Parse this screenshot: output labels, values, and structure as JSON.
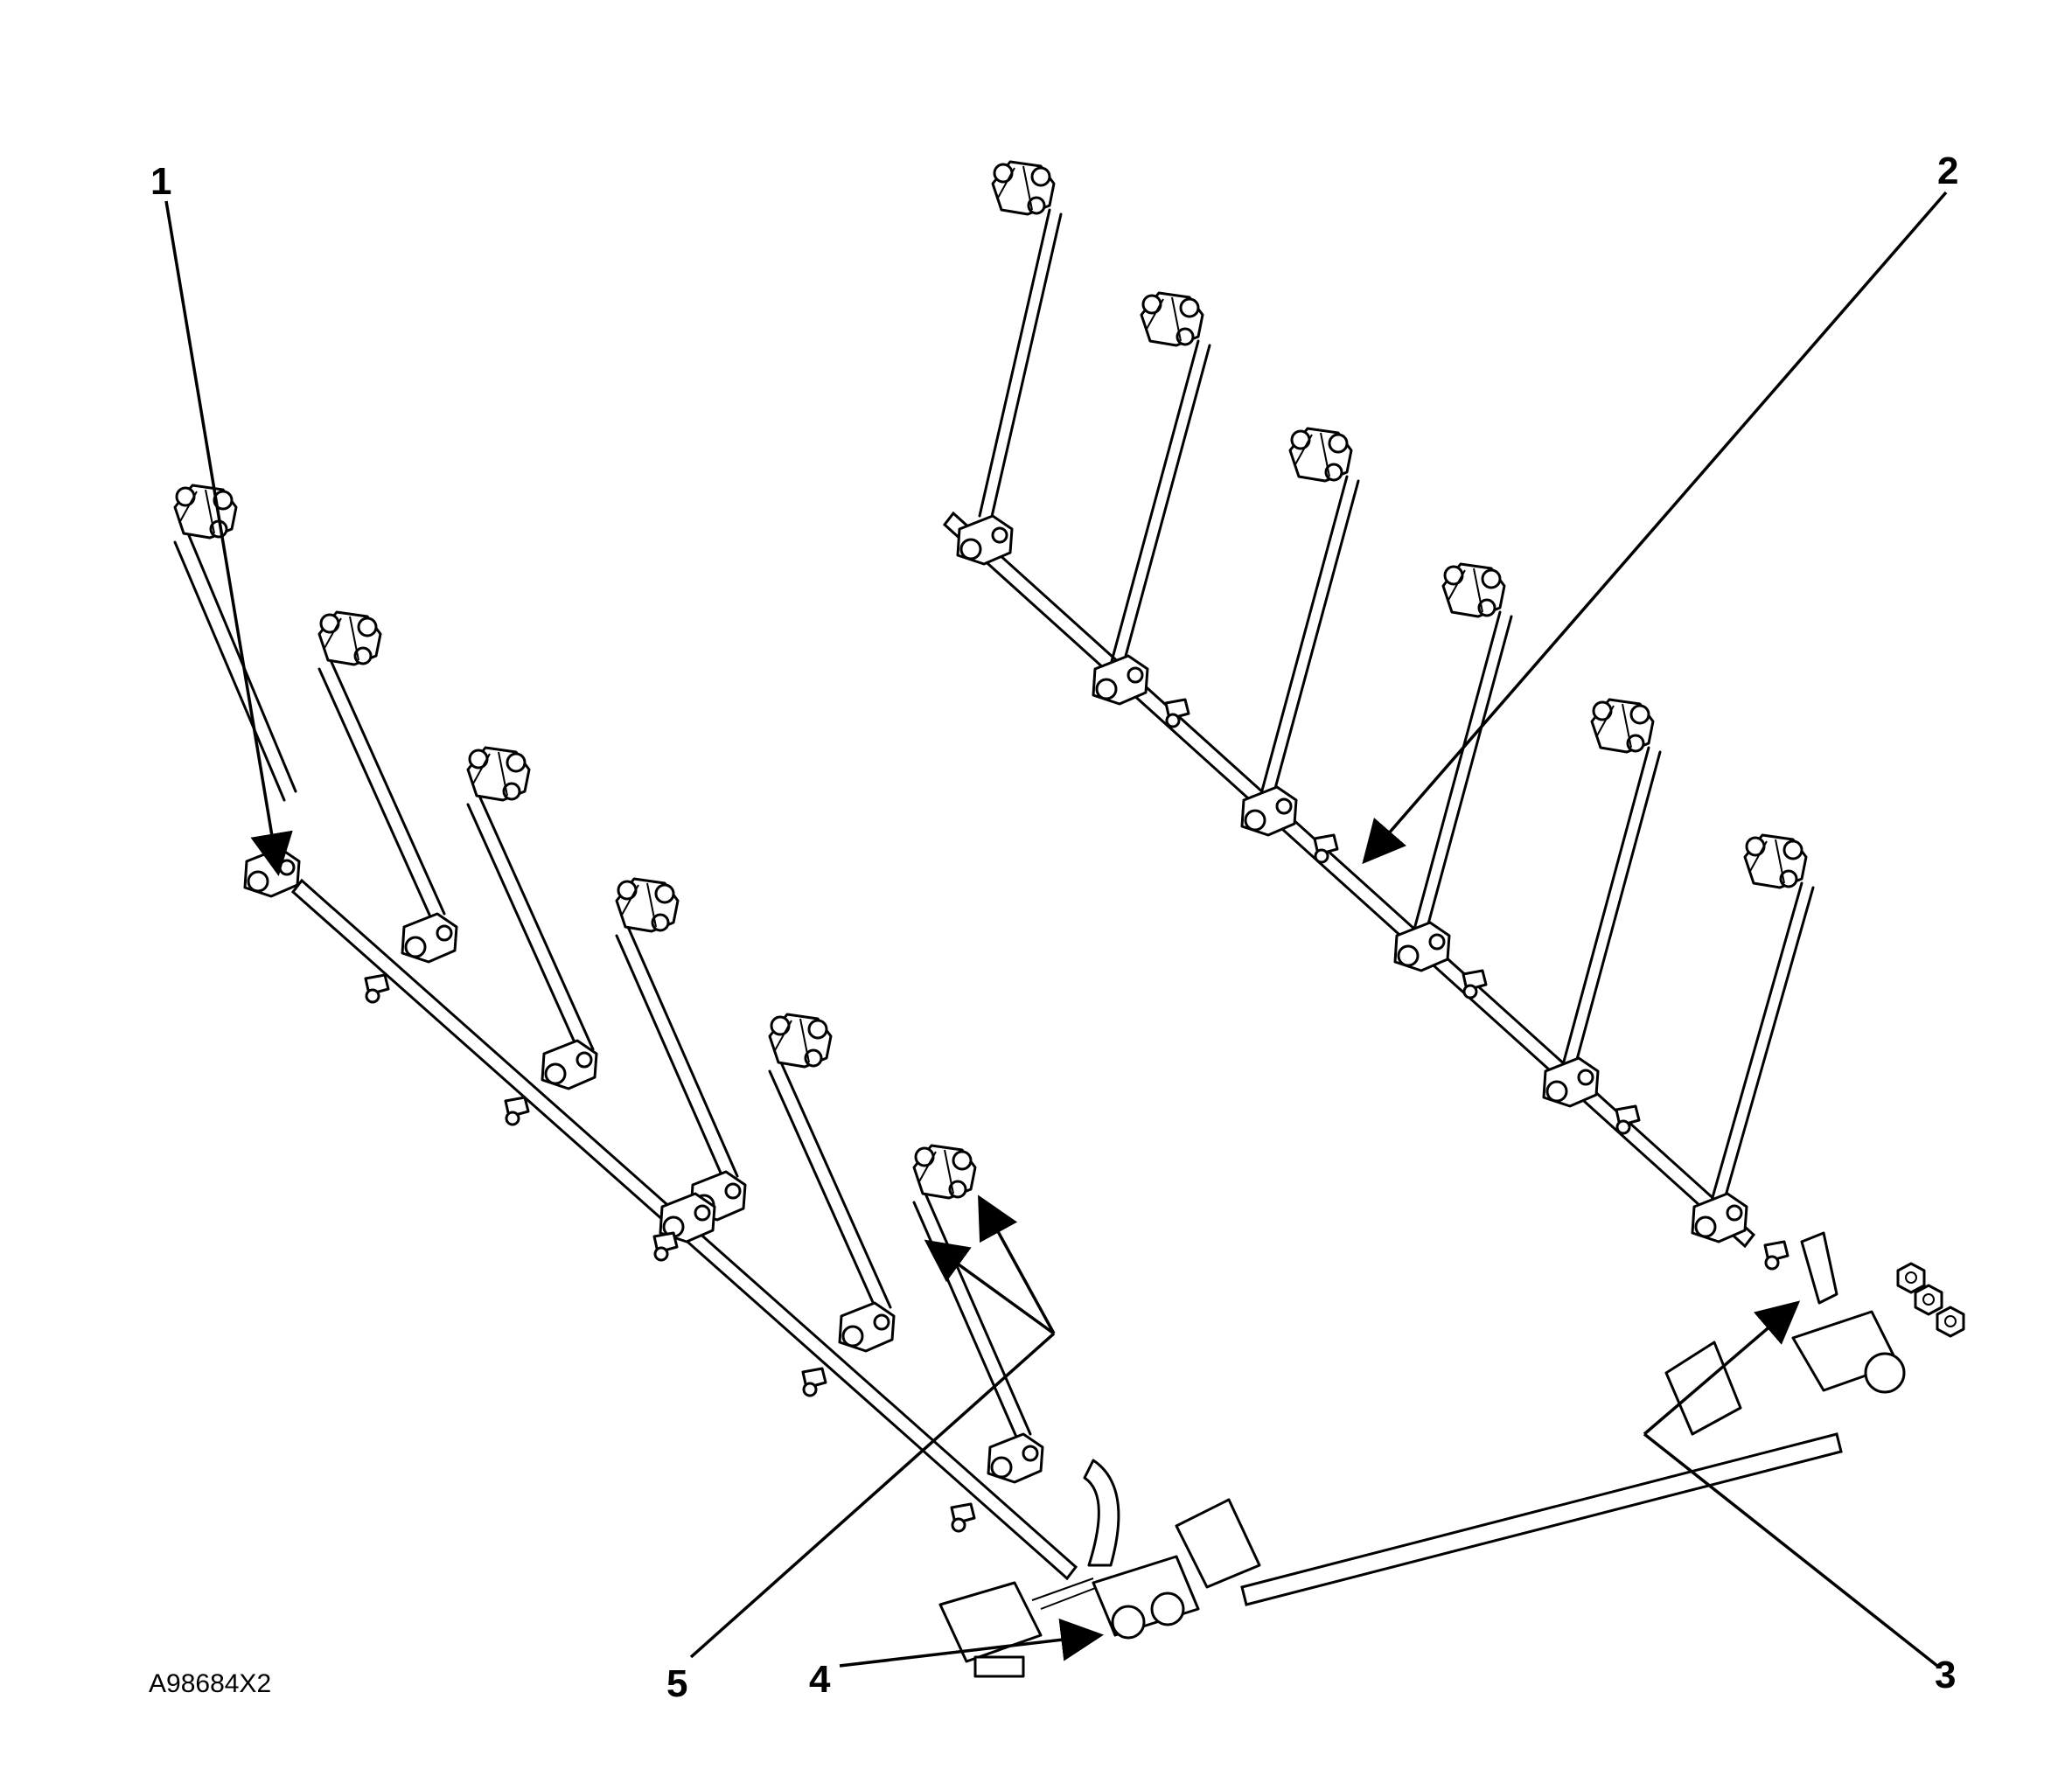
{
  "figure": {
    "id_label": "A98684X2",
    "callouts": [
      {
        "key": "c1",
        "label": "1"
      },
      {
        "key": "c2",
        "label": "2"
      },
      {
        "key": "c3",
        "label": "3"
      },
      {
        "key": "c4",
        "label": "4"
      },
      {
        "key": "c5",
        "label": "5"
      }
    ]
  },
  "colors": {
    "ink": "#000000",
    "paper": "#ffffff"
  },
  "icons": [
    "rocker-arm-bracket-icon",
    "push-rod-icon",
    "rocker-shaft-icon",
    "nut-icon",
    "solenoid-icon"
  ]
}
